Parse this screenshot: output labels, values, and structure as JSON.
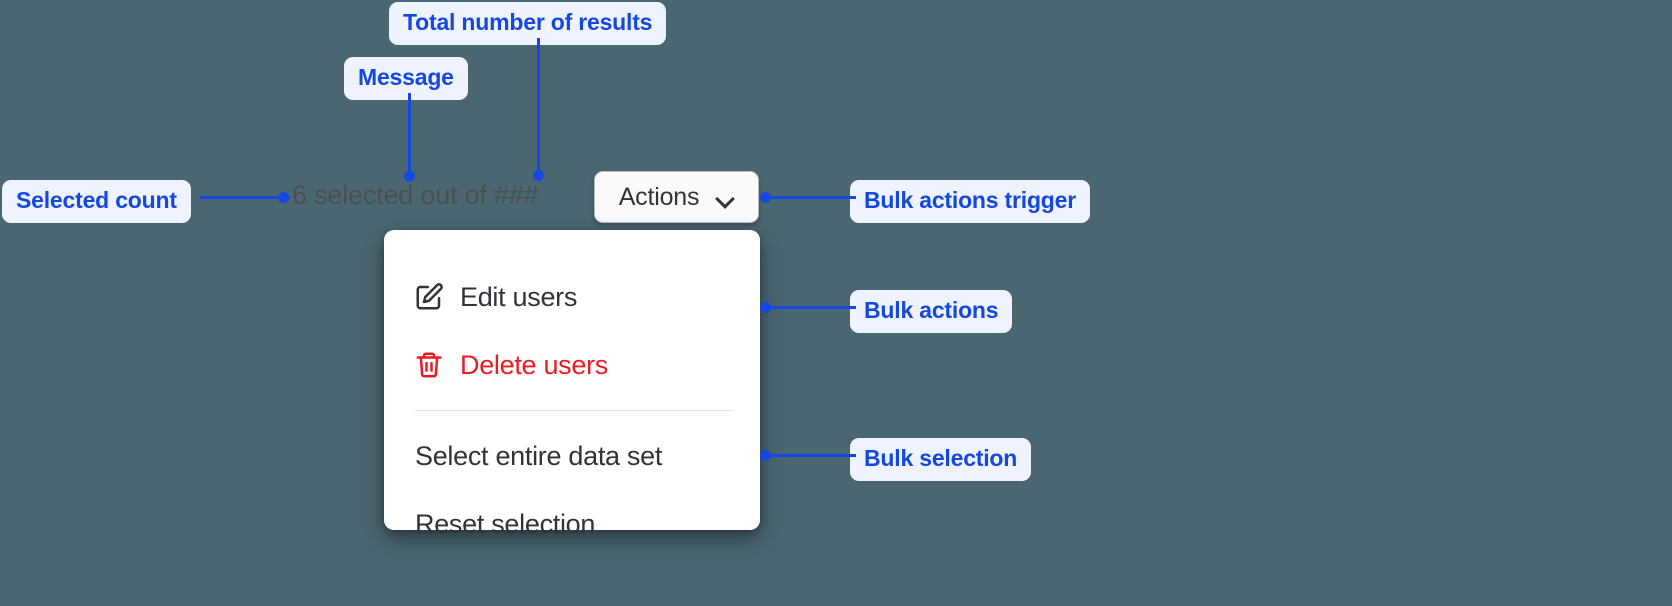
{
  "theme": {
    "background": "#4a6670",
    "annotation_color": "#1448e0",
    "annotation_chip_bg": "#eef3ff",
    "danger_color": "#ed1c24",
    "menu_bg": "#ffffff",
    "button_bg": "#fafafa",
    "muted_text": "#4b4f52"
  },
  "annotations": [
    {
      "id": "total-results",
      "label": "Total number of results"
    },
    {
      "id": "message",
      "label": "Message"
    },
    {
      "id": "selected-count",
      "label": "Selected count"
    },
    {
      "id": "bulk-actions-trigger",
      "label": "Bulk actions trigger"
    },
    {
      "id": "bulk-actions",
      "label": "Bulk actions"
    },
    {
      "id": "bulk-selection",
      "label": "Bulk selection"
    }
  ],
  "bulk_bar": {
    "selected_count": "6",
    "message": "selected out of",
    "total_results": "###",
    "selection_status": "6 selected out of ###",
    "trigger": {
      "label": "Actions",
      "icon": "chevron-down-icon"
    }
  },
  "menu": {
    "groups": [
      {
        "name": "bulk-actions",
        "items": [
          {
            "id": "edit-users",
            "label": "Edit users",
            "icon": "edit-pencil-square-icon",
            "danger": false
          },
          {
            "id": "delete-users",
            "label": "Delete users",
            "icon": "trash-icon",
            "danger": true
          }
        ]
      },
      {
        "name": "bulk-selection",
        "items": [
          {
            "id": "select-entire-data-set",
            "label": "Select entire data set",
            "icon": null,
            "danger": false
          },
          {
            "id": "reset-selection",
            "label": "Reset selection",
            "icon": null,
            "danger": false
          }
        ]
      }
    ]
  }
}
